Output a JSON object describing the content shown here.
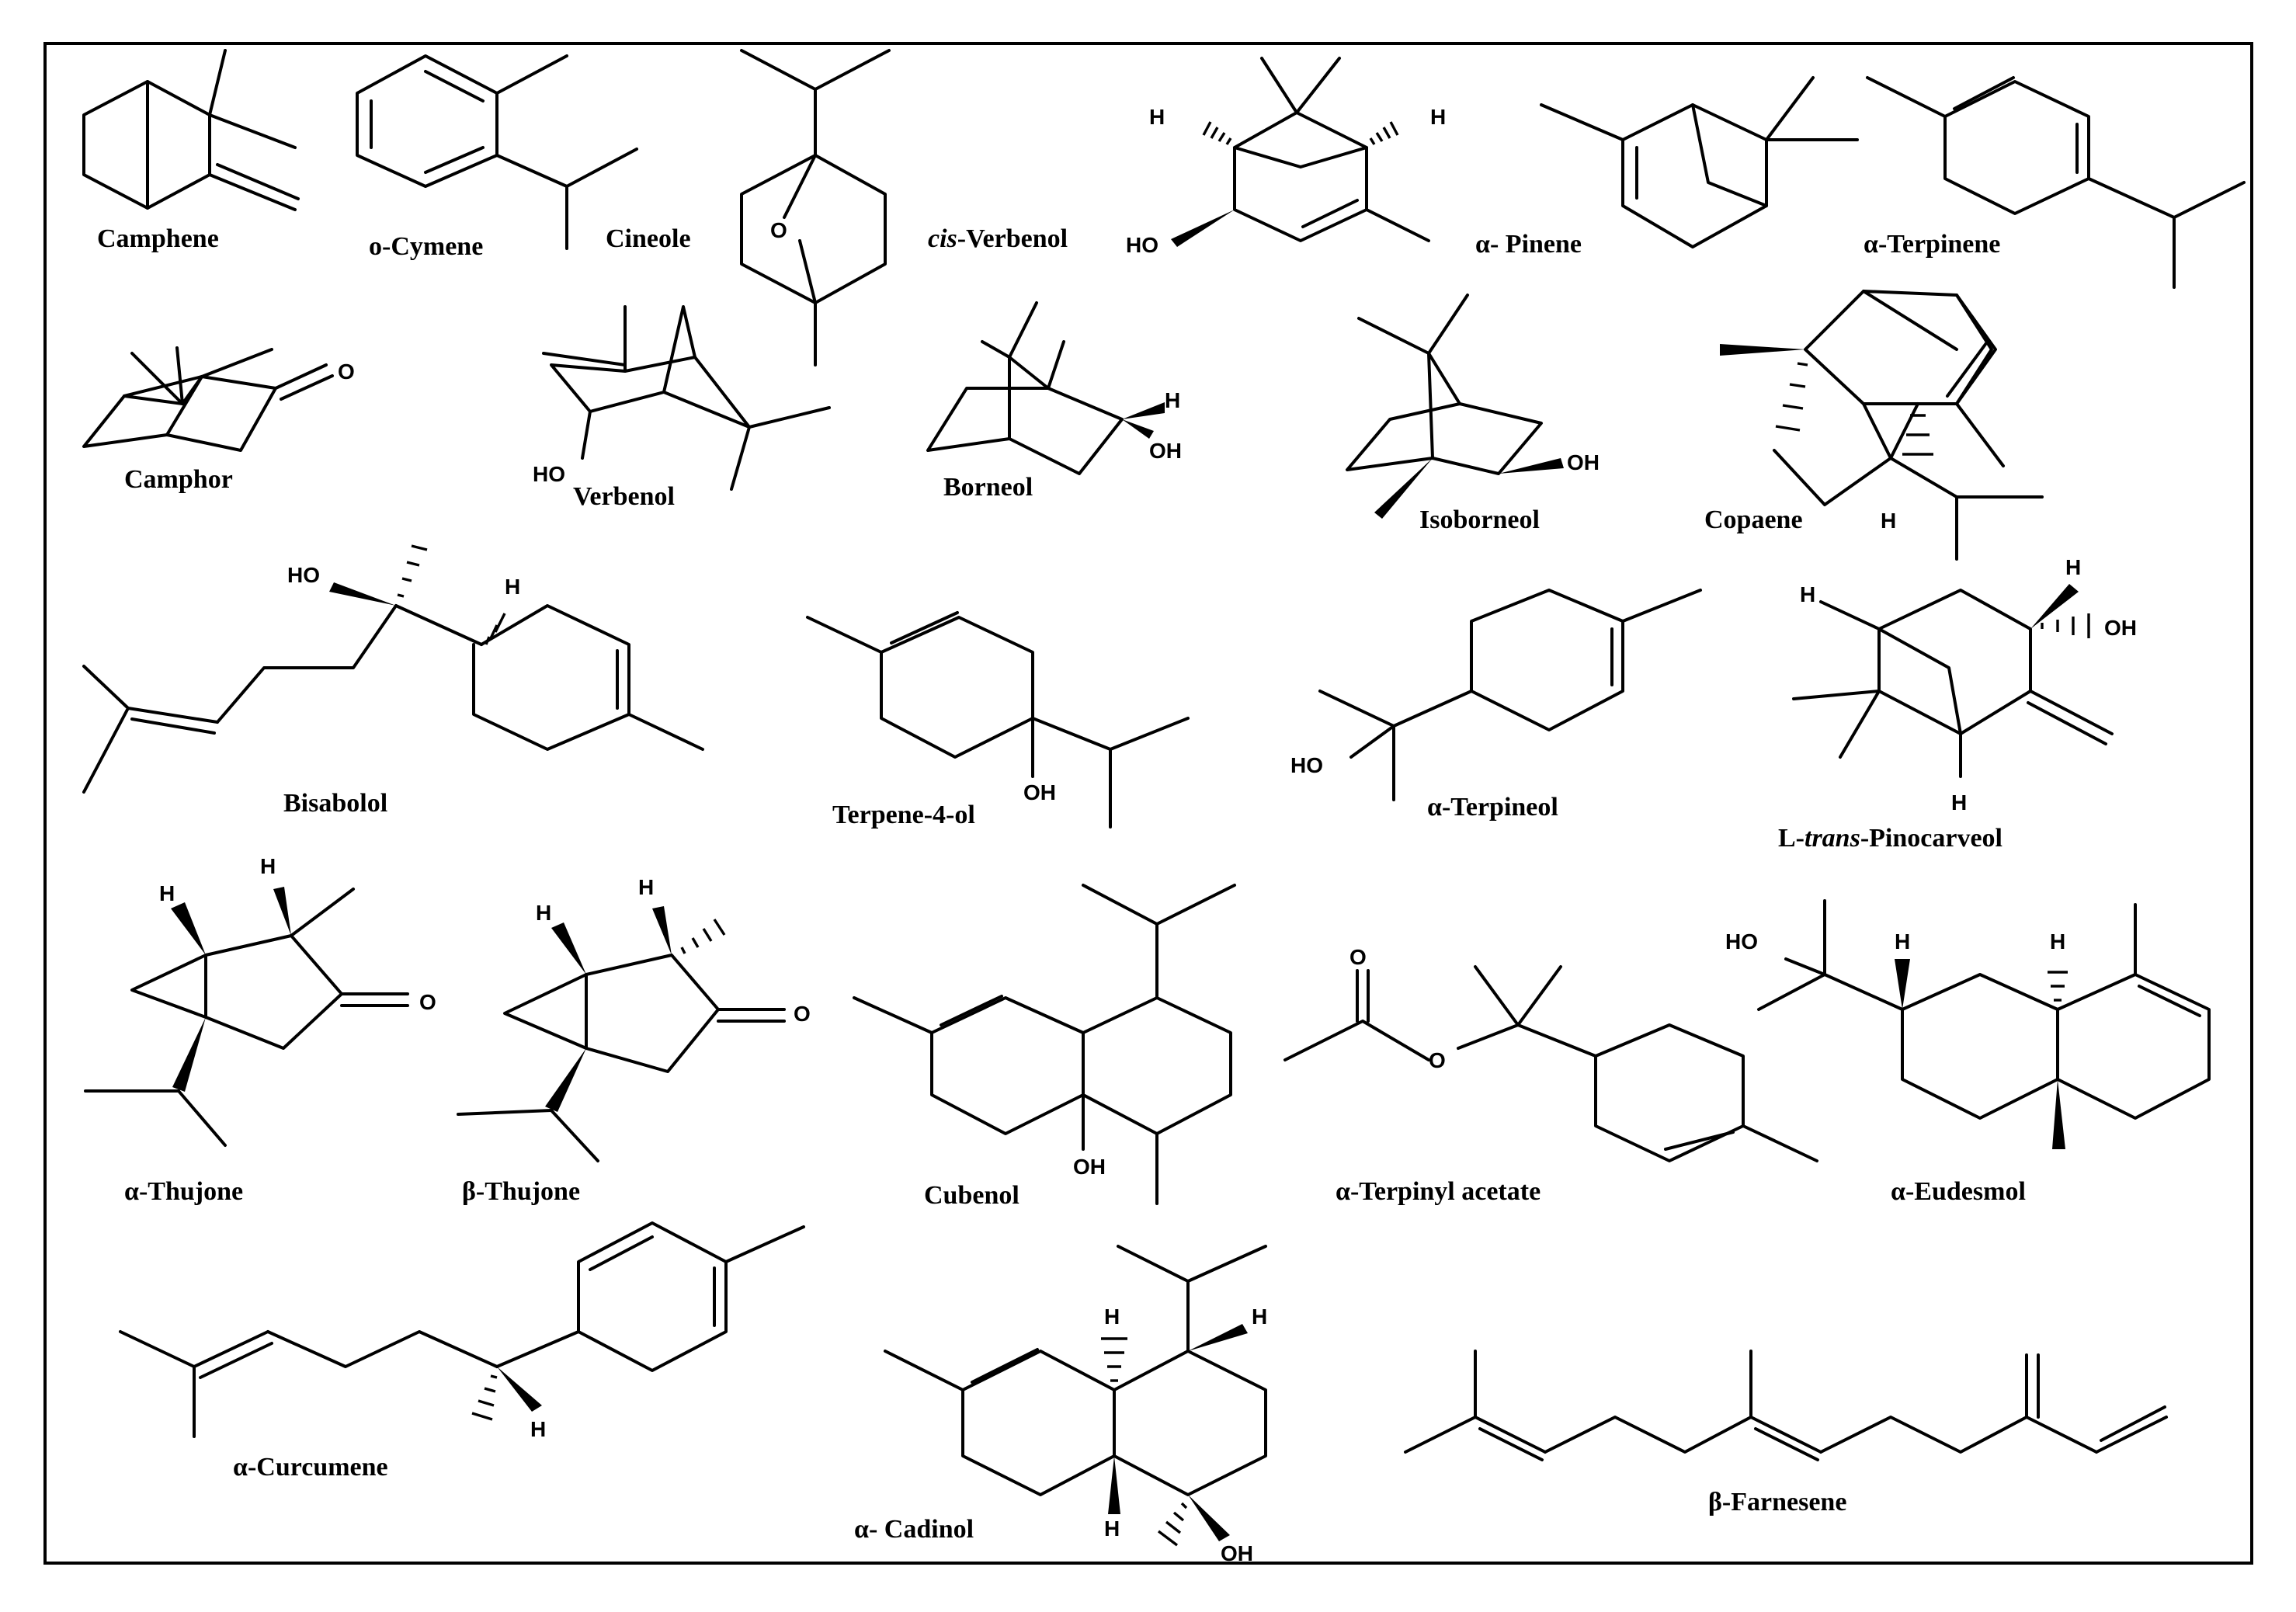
{
  "figure": {
    "frame_color": "#000000",
    "background": "#ffffff"
  },
  "compounds": [
    {
      "name": "Camphene"
    },
    {
      "name": "o-Cymene"
    },
    {
      "name": "Cineole"
    },
    {
      "name_prefix": "cis",
      "name_rest": "-Verbenol"
    },
    {
      "name": "α- Pinene"
    },
    {
      "name": "α-Terpinene"
    },
    {
      "name": "Camphor"
    },
    {
      "name": "Verbenol"
    },
    {
      "name": "Borneol"
    },
    {
      "name": "Isoborneol"
    },
    {
      "name": "Copaene"
    },
    {
      "name": "Bisabolol"
    },
    {
      "name": "Terpene-4-ol"
    },
    {
      "name": "α-Terpineol"
    },
    {
      "name_lead": "L-",
      "name_prefix": "trans",
      "name_rest": "-Pinocarveol"
    },
    {
      "name": "α-Thujone"
    },
    {
      "name": "β-Thujone"
    },
    {
      "name": "Cubenol"
    },
    {
      "name": "α-Terpinyl acetate"
    },
    {
      "name": "α-Eudesmol"
    },
    {
      "name": "α-Curcumene"
    },
    {
      "name": "α- Cadinol"
    },
    {
      "name": "β-Farnesene"
    }
  ],
  "atoms": {
    "oxygen": "O",
    "hydroxyl": "OH",
    "hydroxyl_left": "HO",
    "hydrogen": "H"
  }
}
